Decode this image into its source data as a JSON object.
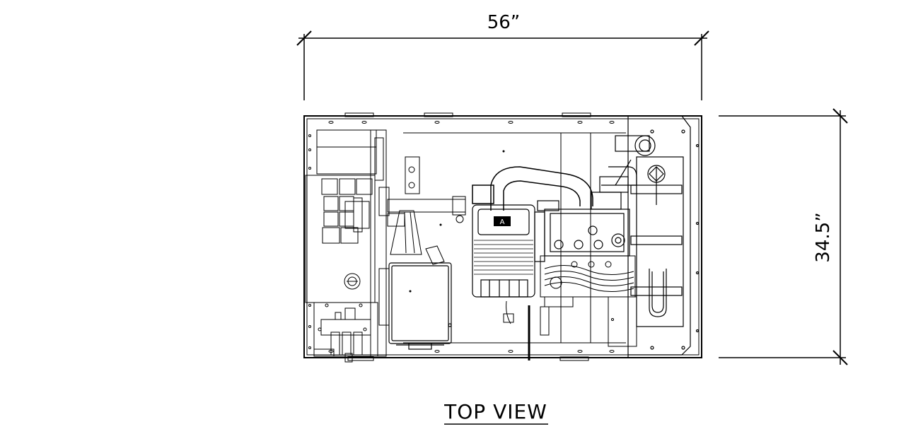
{
  "drawing": {
    "width_dimension": "56”",
    "height_dimension": "34.5”",
    "view_title": "TOP VIEW",
    "badge_text": "A"
  }
}
